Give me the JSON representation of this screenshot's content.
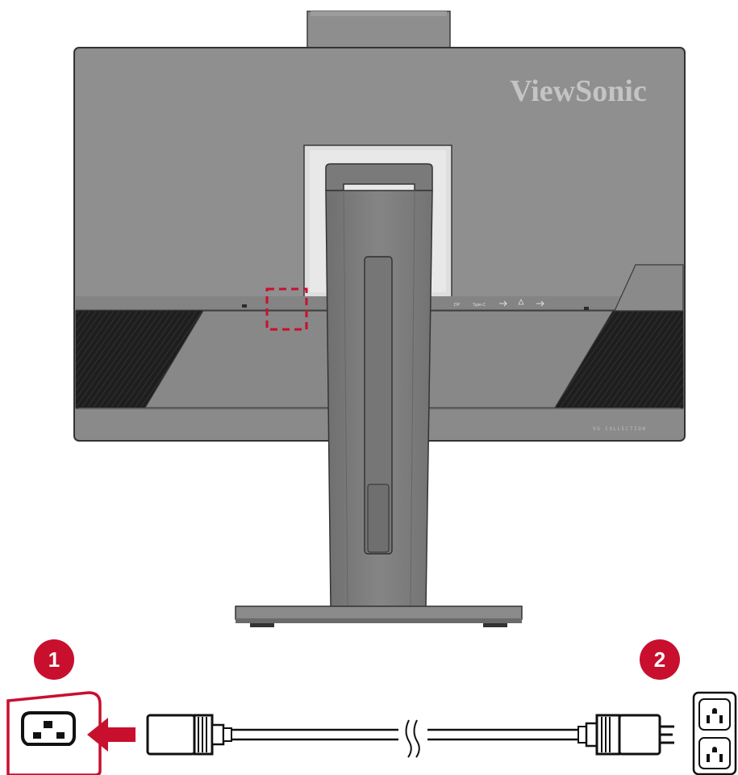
{
  "monitor": {
    "brand": "ViewSonic",
    "collection_label": "VG COLLECTION",
    "port_labels": [
      "DP",
      "Type-C"
    ]
  },
  "steps": [
    {
      "number": "1",
      "icon": "ac-power-inlet-icon"
    },
    {
      "number": "2",
      "icon": "wall-outlet-icon"
    }
  ],
  "colors": {
    "accent": "#c8102e",
    "monitor_body": "#8c8c8c",
    "stand": "#7f7f7f",
    "vent": "#1c1c1c"
  }
}
